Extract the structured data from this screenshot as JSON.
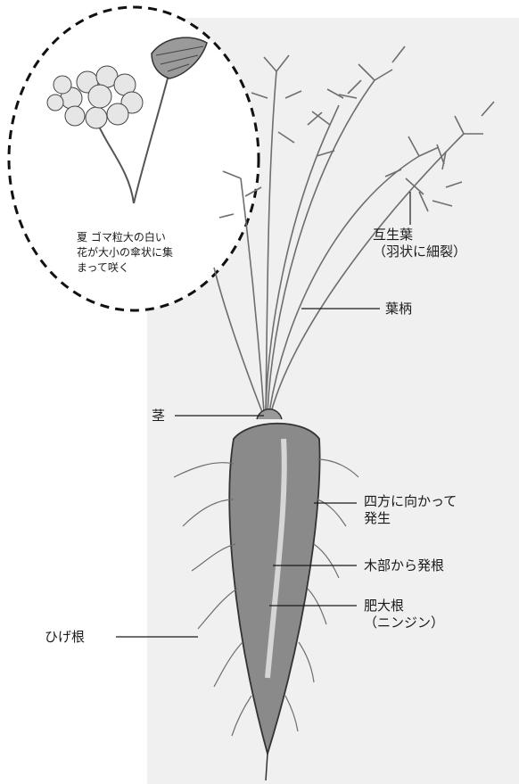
{
  "flower_note": {
    "lines": [
      "夏 ゴマ粒大の白い",
      "花が大小の傘状に集",
      "まって咲く"
    ]
  },
  "labels": {
    "alternate_leaf": [
      "互生葉",
      "（羽状に細裂）"
    ],
    "petiole": "葉柄",
    "stem": "茎",
    "four_directions": [
      "四方に向かって",
      "発生"
    ],
    "xylem_rooting": "木部から発根",
    "taproot": [
      "肥大根",
      "（ニンジン）"
    ],
    "fibrous_root": "ひげ根"
  },
  "colors": {
    "ink": "#1a1a1a",
    "paper_shade": "#efefef",
    "root_fill": "#8a8a8a",
    "root_highlight": "#d6d6d6",
    "foliage": "#6e6e6e"
  }
}
